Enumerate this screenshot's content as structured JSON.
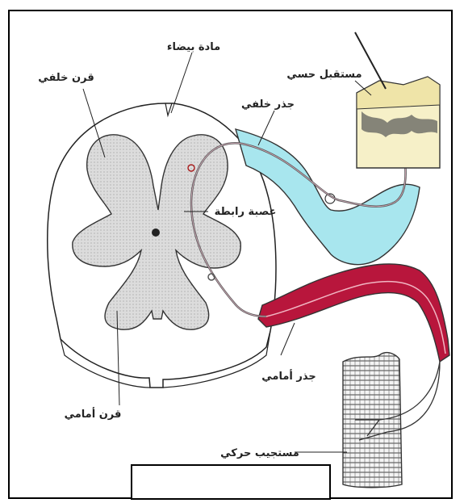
{
  "diagram": {
    "labels": {
      "white_matter": "مادة بيضاء",
      "dorsal_horn": "قرن خلفي",
      "dorsal_root": "جذر خلفي",
      "sensory_receptor": "مستقبل حسي",
      "interneuron": "عصبة رابطة",
      "ventral_root": "جذر أمامي",
      "ventral_horn": "قرن أمامي",
      "motor_effector": "مستجيب حركي"
    },
    "caption": ""
  },
  "colors": {
    "dorsal_root": "#a8e6ee",
    "ventral_root": "#b8163c",
    "gray_matter": "#d9d9d9",
    "skin": "#f6f0c8"
  }
}
